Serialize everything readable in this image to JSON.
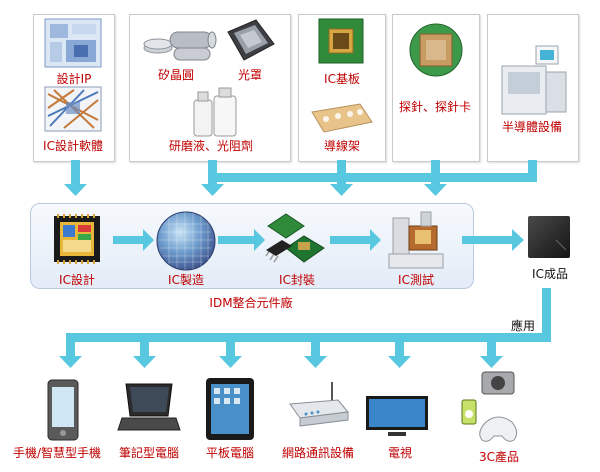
{
  "supply": {
    "design_ip": "設計IP",
    "design_software": "IC設計軟體",
    "wafer": "矽晶圓",
    "photomask": "光罩",
    "slurry_resist": "研磨液、光阻劑",
    "substrate": "IC基板",
    "lead_frame": "導線架",
    "probe": "探針、探針卡",
    "equipment": "半導體設備"
  },
  "process": {
    "design": "IC設計",
    "manufacturing": "IC製造",
    "packaging": "IC封裝",
    "testing": "IC測試",
    "idm_label": "IDM整合元件廠"
  },
  "output": {
    "finished": "IC成品",
    "application": "應用"
  },
  "products": {
    "phone": "手機/智慧型手機",
    "notebook": "筆記型電腦",
    "tablet": "平板電腦",
    "network": "網路通訊設備",
    "tv": "電視",
    "consumer_3c": "3C產品"
  },
  "colors": {
    "arrow": "#58c8e0",
    "label_red": "#c00000",
    "panel_border": "#c9c9c9"
  }
}
